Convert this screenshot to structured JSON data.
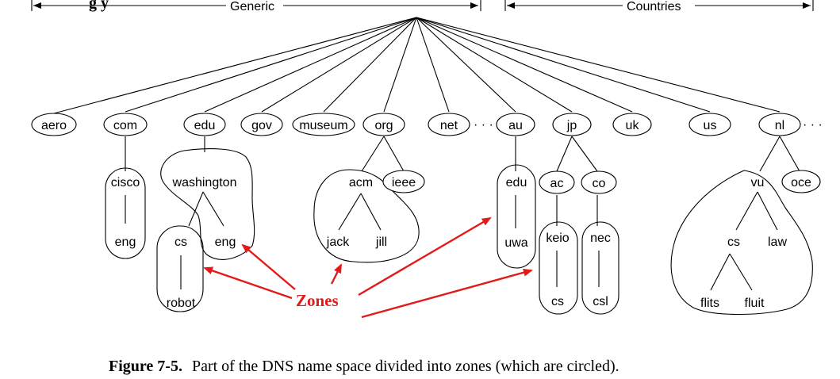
{
  "header": {
    "cut_text": "g y",
    "generic_label": "Generic",
    "countries_label": "Countries"
  },
  "nodes": {
    "aero": "aero",
    "com": "com",
    "edu": "edu",
    "gov": "gov",
    "museum": "museum",
    "org": "org",
    "net": "net",
    "au": "au",
    "jp": "jp",
    "uk": "uk",
    "us": "us",
    "nl": "nl",
    "cisco": "cisco",
    "cisco_eng": "eng",
    "washington": "washington",
    "wash_cs": "cs",
    "wash_eng": "eng",
    "robot": "robot",
    "acm": "acm",
    "ieee": "ieee",
    "jack": "jack",
    "jill": "jill",
    "au_edu": "edu",
    "uwa": "uwa",
    "ac": "ac",
    "co": "co",
    "keio": "keio",
    "keio_cs": "cs",
    "nec": "nec",
    "csl": "csl",
    "vu": "vu",
    "oce": "oce",
    "vu_cs": "cs",
    "law": "law",
    "flits": "flits",
    "fluit": "fluit"
  },
  "ellipsis": "· · ·",
  "zones_label": "Zones",
  "caption": {
    "prefix": "Figure 7-5.",
    "text": "Part of the DNS name space divided into zones (which are circled)."
  },
  "colors": {
    "arrow": "#e21a1a",
    "line": "#000000"
  }
}
